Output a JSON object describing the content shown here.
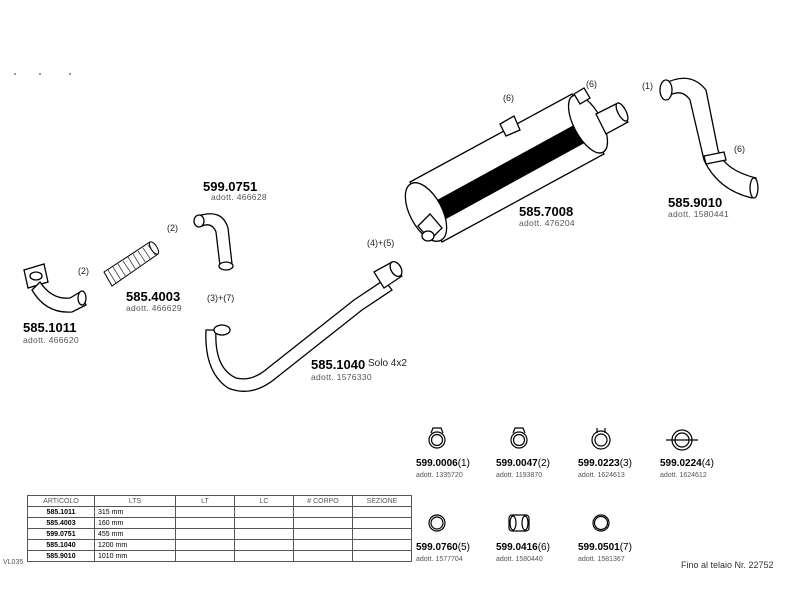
{
  "parts": [
    {
      "number": "599.0751",
      "adott": "adott. 466628",
      "callout": "(2)"
    },
    {
      "number": "585.4003",
      "adott": "adott. 466629",
      "callout": "(2)"
    },
    {
      "number": "585.1011",
      "adott": "adott. 466620",
      "callout": "(2)"
    },
    {
      "number": "585.1040",
      "adott": "adott. 1576330",
      "callout": "(3)+(7)",
      "solo": "Solo  4x2"
    },
    {
      "number": "585.7008",
      "adott": "adott. 476204",
      "callout": "(4)+(5)",
      "callout2": "(6)",
      "callout3": "(6)"
    },
    {
      "number": "585.9010",
      "adott": "adott. 1580441",
      "callout": "(1)",
      "callout2": "(6)"
    }
  ],
  "clamps": [
    {
      "number": "599.0006",
      "code": "(1)",
      "adott": "adott. 1335720",
      "icon": "band-clamp-icon"
    },
    {
      "number": "599.0047",
      "code": "(2)",
      "adott": "adott. 1193870",
      "icon": "band-clamp-icon"
    },
    {
      "number": "599.0223",
      "code": "(3)",
      "adott": "adott. 1624613",
      "icon": "double-ring-clamp-icon"
    },
    {
      "number": "599.0224",
      "code": "(4)",
      "adott": "adott. 1624612",
      "icon": "flange-clamp-icon"
    },
    {
      "number": "599.0760",
      "code": "(5)",
      "adott": "adott. 1577704",
      "icon": "gasket-ring-icon"
    },
    {
      "number": "599.0416",
      "code": "(6)",
      "adott": "adott. 1580440",
      "icon": "rubber-mount-icon"
    },
    {
      "number": "599.0501",
      "code": "(7)",
      "adott": "adott. 1581367",
      "icon": "seal-ring-icon"
    }
  ],
  "table": {
    "headers": [
      "ARTICOLO",
      "LTS",
      "LT",
      "LC",
      "# CORPO",
      "SEZIONE"
    ],
    "rows": [
      {
        "articolo": "585.1011",
        "lts": "315  mm"
      },
      {
        "articolo": "585.4003",
        "lts": "160  mm"
      },
      {
        "articolo": "599.0751",
        "lts": "455  mm"
      },
      {
        "articolo": "585.1040",
        "lts": "1200  mm"
      },
      {
        "articolo": "585.9010",
        "lts": "1010  mm"
      }
    ],
    "side_code": "VL035"
  },
  "footer": "Fino al telaio Nr. 22752"
}
